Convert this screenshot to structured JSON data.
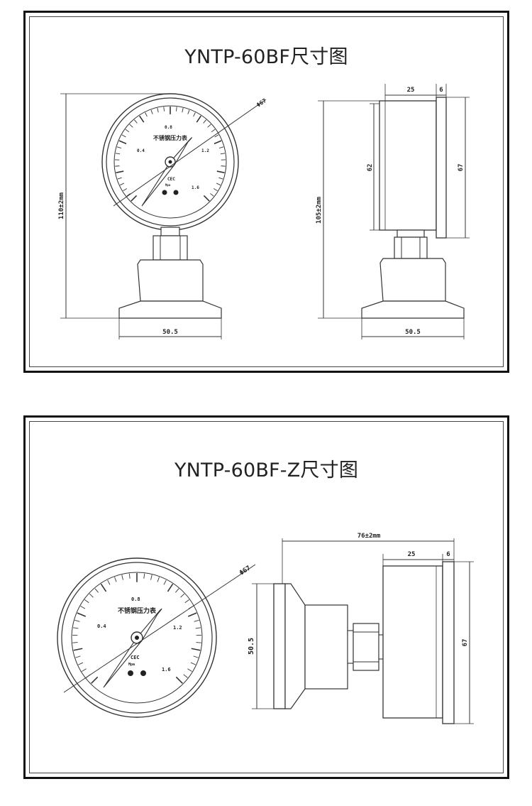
{
  "panel1": {
    "title": "YNTP-60BF尺寸图",
    "gauge": {
      "scale_labels": [
        "0.8",
        "0.4",
        "1.2",
        "1.6"
      ],
      "dial_text": "不锈钢压力表",
      "logo": "CEC",
      "sub_text": "Mpa"
    },
    "dims": {
      "diameter": "Φ67",
      "total_height_front": "110±2mm",
      "flange_width_front": "50.5",
      "total_height_side": "105±2mm",
      "case_depth": "25",
      "rim_depth": "6",
      "case_height": "62",
      "rim_height": "67",
      "flange_width_side": "50.5"
    }
  },
  "panel2": {
    "title": "YNTP-60BF-Z尺寸图",
    "gauge": {
      "scale_labels": [
        "0.8",
        "0.4",
        "1.2",
        "1.6"
      ],
      "dial_text": "不锈钢压力表",
      "logo": "CEC",
      "sub_text": "Mpa"
    },
    "dims": {
      "diameter": "Φ67",
      "total_length": "76±2mm",
      "case_depth": "25",
      "rim_depth": "6",
      "flange_height": "50.5",
      "rim_height": "67"
    }
  },
  "colors": {
    "line": "#333333",
    "frame": "#111111",
    "background": "#ffffff"
  }
}
